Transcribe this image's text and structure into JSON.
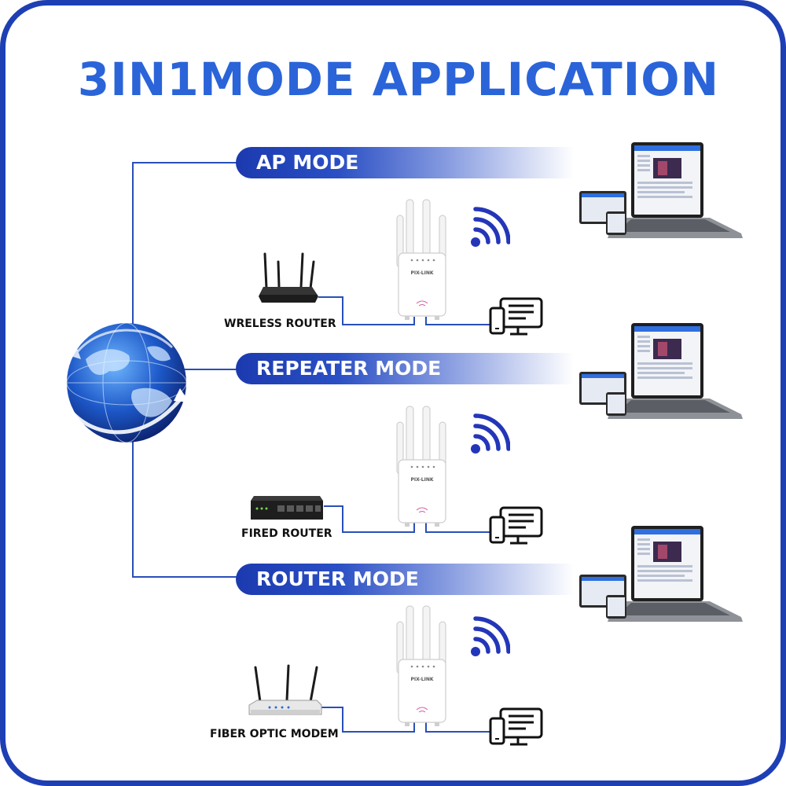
{
  "title": "3IN1MODE APPLICATION",
  "colors": {
    "accent": "#1e3fb4",
    "title": "#2a64d8",
    "connector": "#2a4fb8",
    "wifi": "#2436b8"
  },
  "modes": [
    {
      "label": "AP MODE",
      "source_label": "WRELESS ROUTER",
      "source_icon": "wireless-router-icon"
    },
    {
      "label": "REPEATER MODE",
      "source_label": "FIRED ROUTER",
      "source_icon": "network-switch-icon"
    },
    {
      "label": "ROUTER MODE",
      "source_label": "FIBER OPTIC MODEM",
      "source_icon": "fiber-modem-icon"
    }
  ],
  "repeater_brand": "PIX-LINK",
  "icons": [
    "globe-icon",
    "wifi-signal-icon",
    "multi-device-icon",
    "laptop-tablet-phone-icon",
    "wifi-repeater-icon"
  ]
}
